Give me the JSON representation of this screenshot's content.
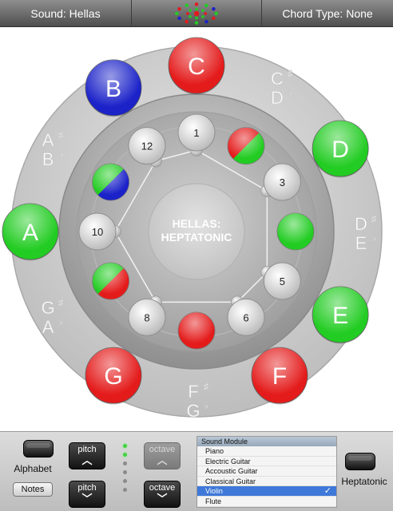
{
  "topbar": {
    "sound": "Sound: Hellas",
    "chord_type": "Chord Type: None"
  },
  "wheel": {
    "center_line1": "HELLAS:",
    "center_line2": "HEPTATONIC",
    "note_balls": [
      {
        "label": "C",
        "color": "#e41b1b"
      },
      {
        "label": "D",
        "color": "#22cc22"
      },
      {
        "label": "E",
        "color": "#22cc22"
      },
      {
        "label": "F",
        "color": "#e41b1b"
      },
      {
        "label": "G",
        "color": "#e41b1b"
      },
      {
        "label": "A",
        "color": "#22cc22"
      },
      {
        "label": "B",
        "color": "#1b22c8"
      }
    ],
    "accidentals": [
      {
        "top": "C#",
        "bottom": "Db"
      },
      {
        "top": "D#",
        "bottom": "Eb"
      },
      {
        "top": "F#",
        "bottom": "Gb"
      },
      {
        "top": "G#",
        "bottom": "Ab"
      },
      {
        "top": "A#",
        "bottom": "Bb"
      }
    ],
    "steps": [
      "1",
      "3",
      "5",
      "6",
      "8",
      "10",
      "12"
    ]
  },
  "panel": {
    "alphabet_label": "Alphabet",
    "notes_label": "Notes",
    "pitch_label": "pitch",
    "octave_label": "octave",
    "heptatonic_label": "Heptatonic",
    "leds_on": 2,
    "module": {
      "title": "Sound Module",
      "items": [
        "Piano",
        "Electric Guitar",
        "Accoustic Guitar",
        "Classical Guitar",
        "Violin",
        "Flute"
      ],
      "selected": "Violin"
    }
  },
  "colors": {
    "red": "#e41b1b",
    "green": "#22cc22",
    "blue": "#1b22c8"
  }
}
